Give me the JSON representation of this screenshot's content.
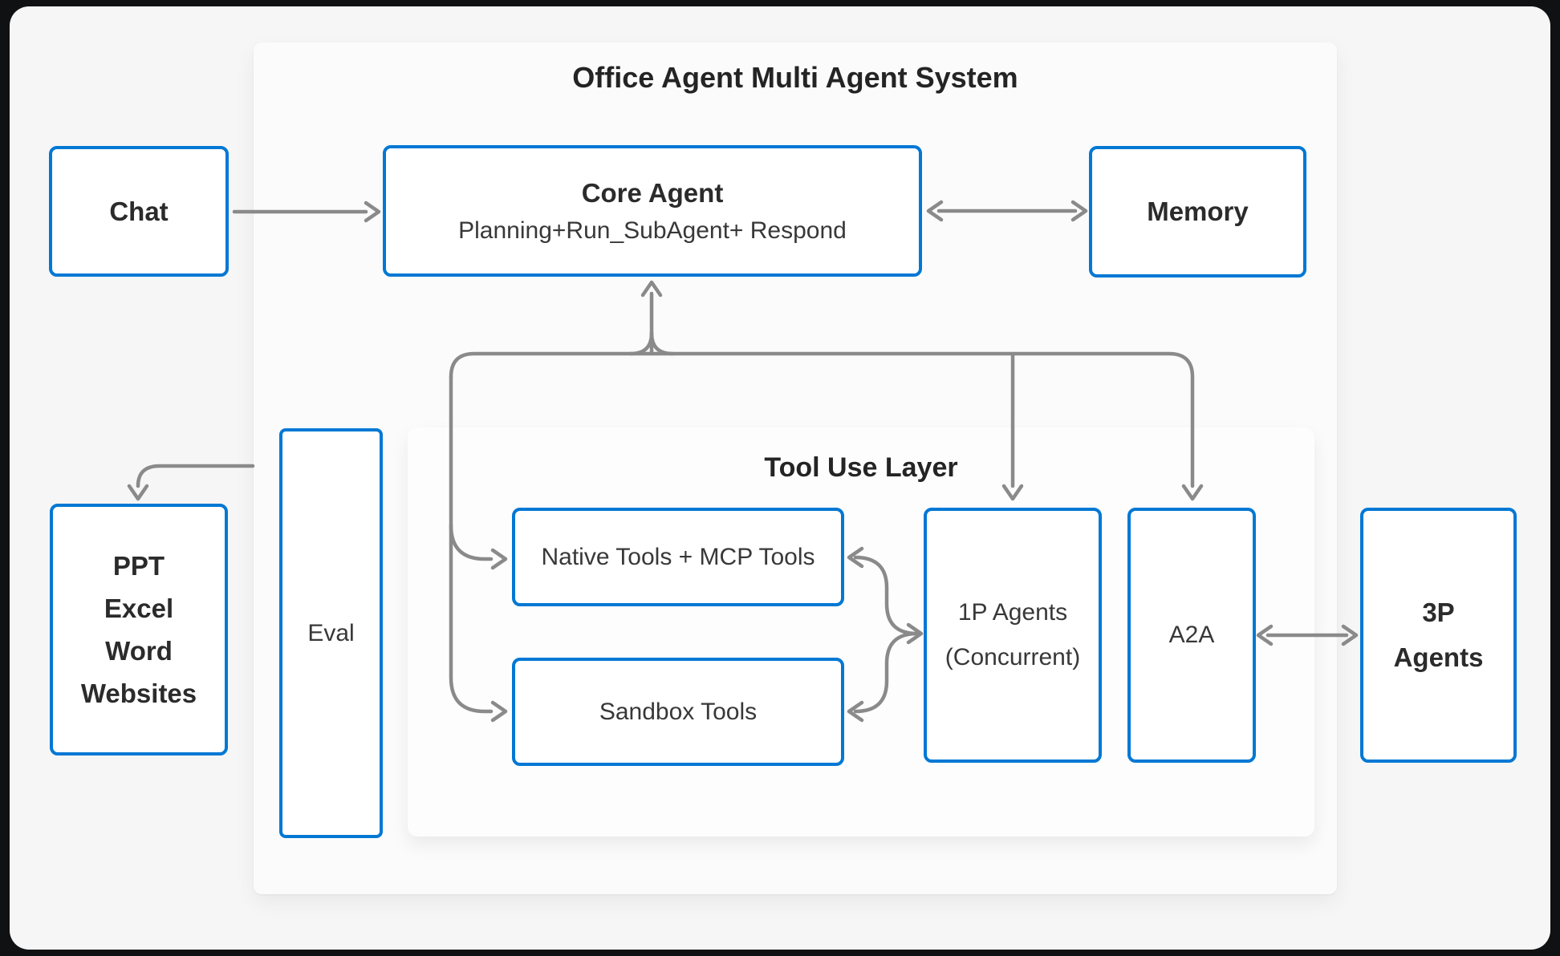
{
  "diagram": {
    "title": "Office Agent Multi Agent System",
    "tool_layer_title": "Tool Use Layer",
    "nodes": {
      "chat": {
        "label": "Chat"
      },
      "core_agent": {
        "title": "Core Agent",
        "subtitle": "Planning+Run_SubAgent+ Respond"
      },
      "memory": {
        "label": "Memory"
      },
      "outputs": {
        "lines": [
          "PPT",
          "Excel",
          "Word",
          "Websites"
        ]
      },
      "eval": {
        "label": "Eval"
      },
      "native_tools": {
        "label": "Native Tools + MCP Tools"
      },
      "sandbox_tools": {
        "label": "Sandbox Tools"
      },
      "onep_agents": {
        "line1": "1P Agents",
        "line2": "(Concurrent)"
      },
      "a2a": {
        "label": "A2A"
      },
      "threep_agents": {
        "line1": "3P",
        "line2": "Agents"
      }
    },
    "edges": [
      {
        "from": "chat",
        "to": "core_agent",
        "direction": "one-way"
      },
      {
        "from": "core_agent",
        "to": "memory",
        "direction": "two-way"
      },
      {
        "from": "tool_bus",
        "to": "core_agent",
        "direction": "up"
      },
      {
        "from": "tool_bus",
        "to": "native_tools",
        "direction": "in"
      },
      {
        "from": "tool_bus",
        "to": "sandbox_tools",
        "direction": "in"
      },
      {
        "from": "tool_bus",
        "to": "onep_agents",
        "direction": "down"
      },
      {
        "from": "tool_bus",
        "to": "a2a",
        "direction": "down"
      },
      {
        "from": "native_tools+sandbox_tools",
        "to": "onep_agents",
        "direction": "two-way-merge"
      },
      {
        "from": "a2a",
        "to": "threep_agents",
        "direction": "two-way"
      },
      {
        "from": "office_card",
        "to": "outputs",
        "direction": "one-way"
      }
    ],
    "colors": {
      "node_border": "#0078d4",
      "connector": "#8a8a8a",
      "text": "#2b2b2b",
      "frame": "#101113",
      "canvas": "#f6f6f7",
      "card": "#fbfbfc",
      "panel": "#fdfdfe"
    }
  }
}
